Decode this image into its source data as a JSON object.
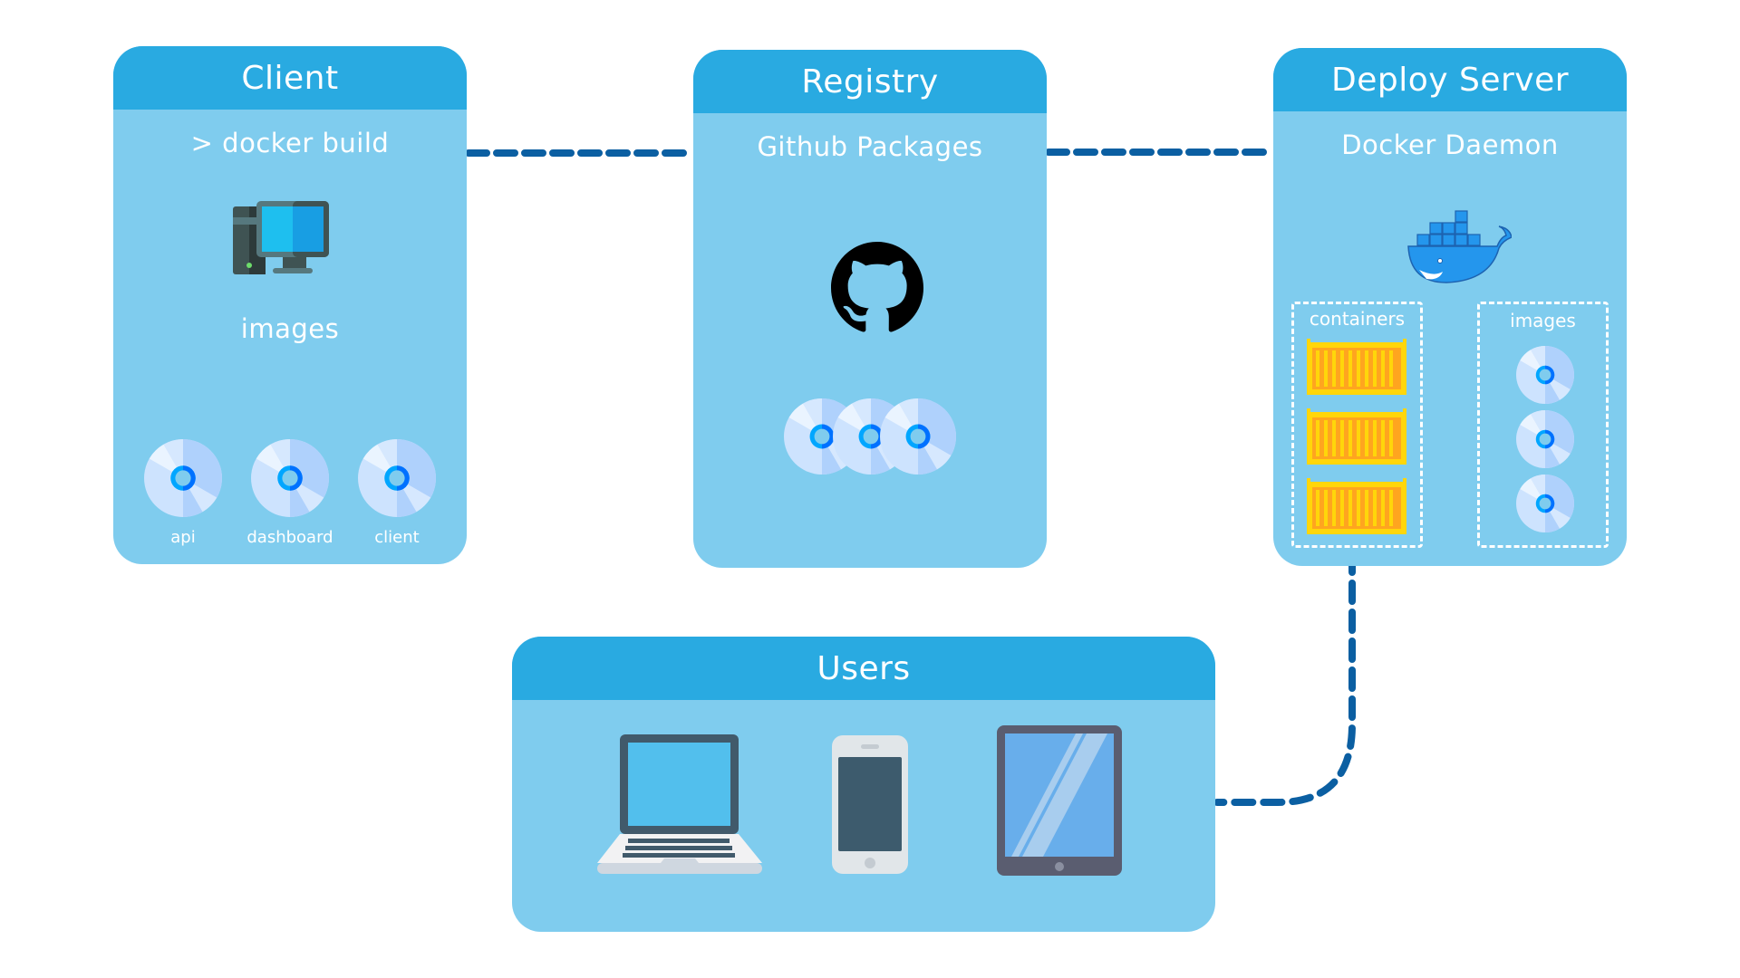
{
  "colors": {
    "header": "#29aae1",
    "body": "#7fccee",
    "connector": "#0b5fa2",
    "container_fill": "#ffd60a",
    "container_inner": "#ffa51f"
  },
  "client": {
    "title": "Client",
    "command": "> docker build",
    "icon": "desktop-computer-icon",
    "images_label": "images",
    "images": [
      {
        "label": "api",
        "icon": "disc-icon"
      },
      {
        "label": "dashboard",
        "icon": "disc-icon"
      },
      {
        "label": "client",
        "icon": "disc-icon"
      }
    ]
  },
  "registry": {
    "title": "Registry",
    "subtitle": "Github Packages",
    "icon": "github-icon",
    "images_count": 3
  },
  "deploy_server": {
    "title": "Deploy Server",
    "subtitle": "Docker Daemon",
    "icon": "docker-whale-icon",
    "containers_label": "containers",
    "containers_count": 3,
    "images_label": "images",
    "images_count": 3
  },
  "users": {
    "title": "Users",
    "devices": [
      {
        "name": "laptop",
        "icon": "laptop-icon"
      },
      {
        "name": "phone",
        "icon": "smartphone-icon"
      },
      {
        "name": "tablet",
        "icon": "tablet-icon"
      }
    ]
  },
  "connections": [
    {
      "from": "client",
      "to": "registry",
      "style": "dashed"
    },
    {
      "from": "registry",
      "to": "deploy_server",
      "style": "dashed"
    },
    {
      "from": "deploy_server",
      "to": "users",
      "style": "dashed"
    }
  ]
}
